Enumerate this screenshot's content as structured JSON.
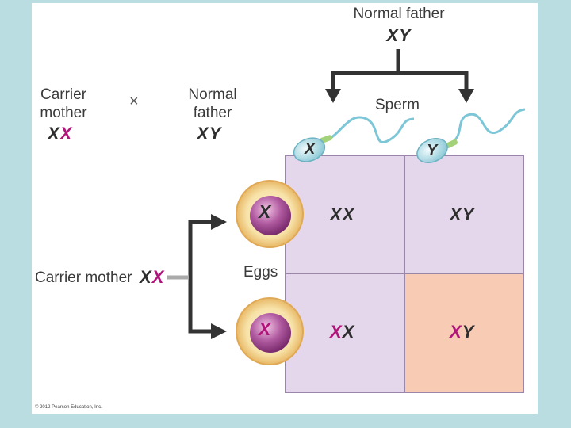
{
  "cross": {
    "mother_label": "Carrier\nmother",
    "mother_genotype": [
      "X",
      "X"
    ],
    "times": "×",
    "father_label": "Normal\nfather",
    "father_genotype": [
      "X",
      "Y"
    ]
  },
  "top": {
    "father_label": "Normal father",
    "father_genotype": "XY"
  },
  "sperm_label": "Sperm",
  "eggs_label": "Eggs",
  "carrier_mother_label": "Carrier mother",
  "carrier_mother_genotype": [
    "X",
    "X"
  ],
  "sperm": [
    {
      "chromosome": "X"
    },
    {
      "chromosome": "Y"
    }
  ],
  "eggs": [
    {
      "chromosome": "X",
      "carrier": false
    },
    {
      "chromosome": "X",
      "carrier": true
    }
  ],
  "punnett": {
    "cells": [
      {
        "a": "X",
        "b": "X",
        "a_carrier": false,
        "fill": "#e4d7eb"
      },
      {
        "a": "X",
        "b": "Y",
        "a_carrier": false,
        "fill": "#e4d7eb"
      },
      {
        "a": "X",
        "b": "X",
        "a_carrier": true,
        "fill": "#e4d7eb"
      },
      {
        "a": "X",
        "b": "Y",
        "a_carrier": true,
        "fill": "#f8cbb5"
      }
    ]
  },
  "colors": {
    "carrier": "#b0157a",
    "normal": "#2e2e2e",
    "grid_border": "#9a86a8",
    "cell_default": "#e4d7eb",
    "cell_affected": "#f8cbb5",
    "arrow": "#333333"
  },
  "copyright": "© 2012 Pearson Education, Inc."
}
